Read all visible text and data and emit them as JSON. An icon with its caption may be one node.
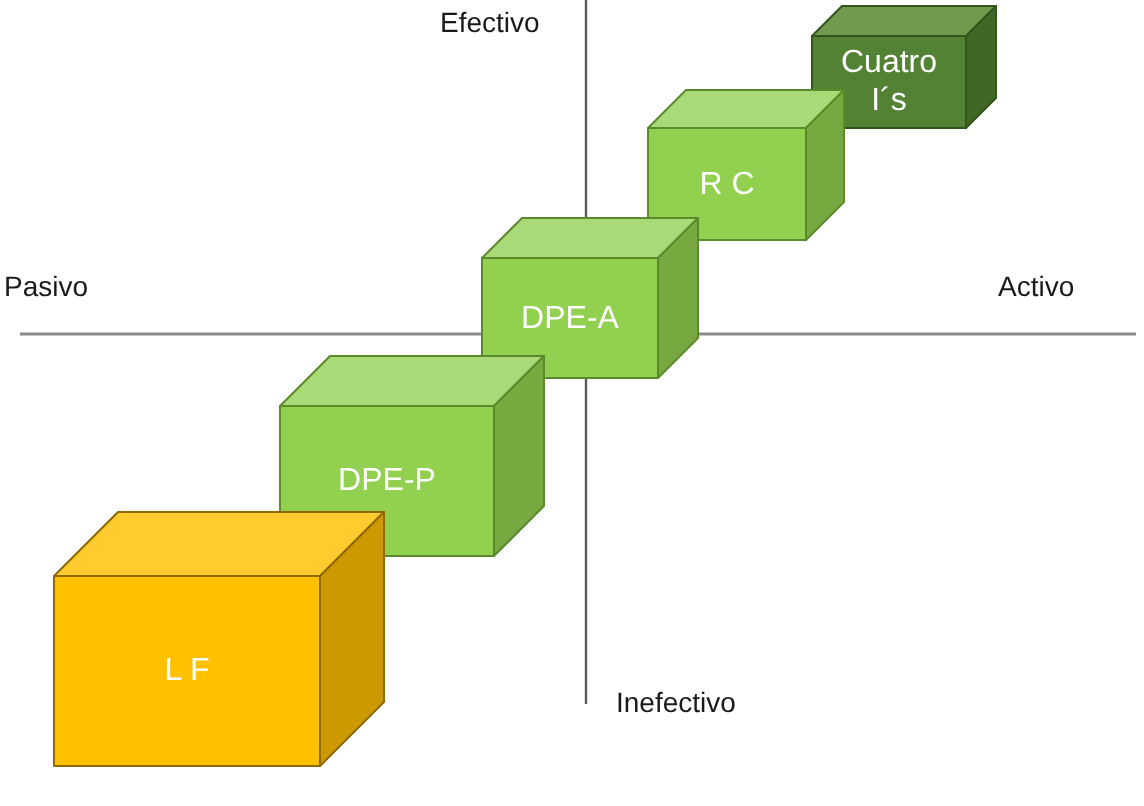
{
  "diagram": {
    "nodes": [
      {
        "text": [
          "Cuatro I´s"
        ]
      },
      {
        "text": [
          "R C"
        ]
      },
      {
        "text": [
          "DPE-A"
        ]
      },
      {
        "text": [
          "DPE-P"
        ]
      },
      {
        "text": [
          "L F"
        ]
      }
    ],
    "labels": [
      "Efectivo",
      "Pasivo",
      "Activo",
      "Inefectivo"
    ]
  }
}
